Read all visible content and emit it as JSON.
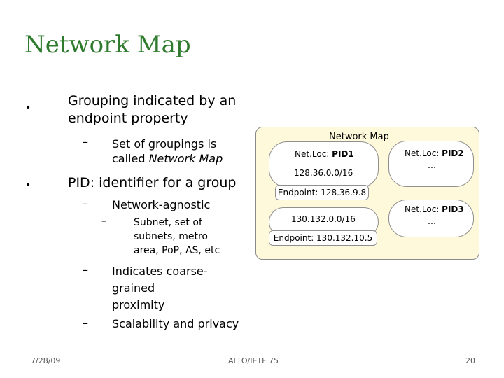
{
  "slide": {
    "title": "Network Map",
    "bullets": [
      {
        "marker": "•",
        "text_line1": "Grouping indicated by an",
        "text_line2": "endpoint property",
        "sub": [
          {
            "marker": "–",
            "text_line1": "Set of groupings is",
            "text_line2_plain": "called ",
            "text_line2_italic": "Network Map"
          }
        ]
      },
      {
        "marker": "•",
        "text": "PID: identifier for a group",
        "sub": [
          {
            "marker": "–",
            "text": "Network-agnostic",
            "sub": [
              {
                "marker": "–",
                "line1": "Subnet, set of",
                "line2": "subnets, metro",
                "line3": "area, PoP, AS, etc"
              }
            ]
          },
          {
            "marker": "–",
            "line1": "Indicates coarse-",
            "line2": "grained",
            "line3": "proximity"
          },
          {
            "marker": "–",
            "text": "Scalability and privacy"
          }
        ]
      }
    ]
  },
  "diagram": {
    "title": "Network Map",
    "pid1": {
      "prefix": "Net.Loc: ",
      "name": "PID1",
      "subnet": "128.36.0.0/16",
      "endpoint": "Endpoint: 128.36.9.8"
    },
    "pid2": {
      "prefix": "Net.Loc: ",
      "name": "PID2",
      "more": "…"
    },
    "pid3": {
      "prefix": "Net.Loc: ",
      "name": "PID3",
      "more": "…"
    },
    "group2": {
      "subnet": "130.132.0.0/16",
      "endpoint": "Endpoint: 130.132.10.5"
    }
  },
  "footer": {
    "date": "7/28/09",
    "center": "ALTO/IETF 75",
    "page": "20"
  }
}
